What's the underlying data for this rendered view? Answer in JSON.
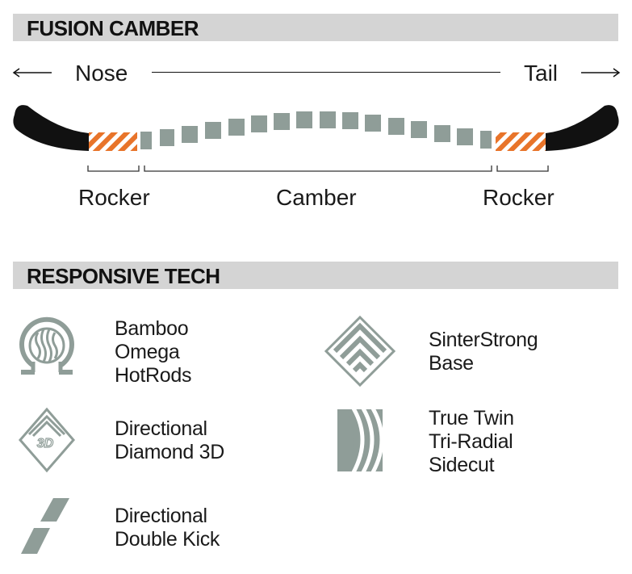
{
  "camber_section": {
    "heading": "FUSION CAMBER",
    "nose_label": "Nose",
    "tail_label": "Tail",
    "zones": {
      "rocker_left": "Rocker",
      "camber": "Camber",
      "rocker_right": "Rocker"
    }
  },
  "tech_section": {
    "heading": "RESPONSIVE TECH",
    "features": [
      {
        "icon": "bamboo-omega-icon",
        "lines": [
          "Bamboo",
          "Omega",
          "HotRods"
        ]
      },
      {
        "icon": "sinterstrong-diamond-icon",
        "lines": [
          "SinterStrong",
          "Base"
        ]
      },
      {
        "icon": "diamond-3d-icon",
        "icon_text": "3D",
        "lines": [
          "Directional",
          "Diamond 3D"
        ]
      },
      {
        "icon": "tri-radial-sidecut-icon",
        "lines": [
          "True Twin",
          "Tri-Radial",
          "Sidecut"
        ]
      },
      {
        "icon": "double-kick-icon",
        "lines": [
          "Directional",
          "Double Kick"
        ]
      }
    ]
  },
  "colors": {
    "header_bar": "#d4d4d4",
    "board_tip": "#111111",
    "rocker_accent": "#e8742a",
    "camber_blocks": "#8f9d98",
    "icon_gray": "#8f9d98"
  }
}
